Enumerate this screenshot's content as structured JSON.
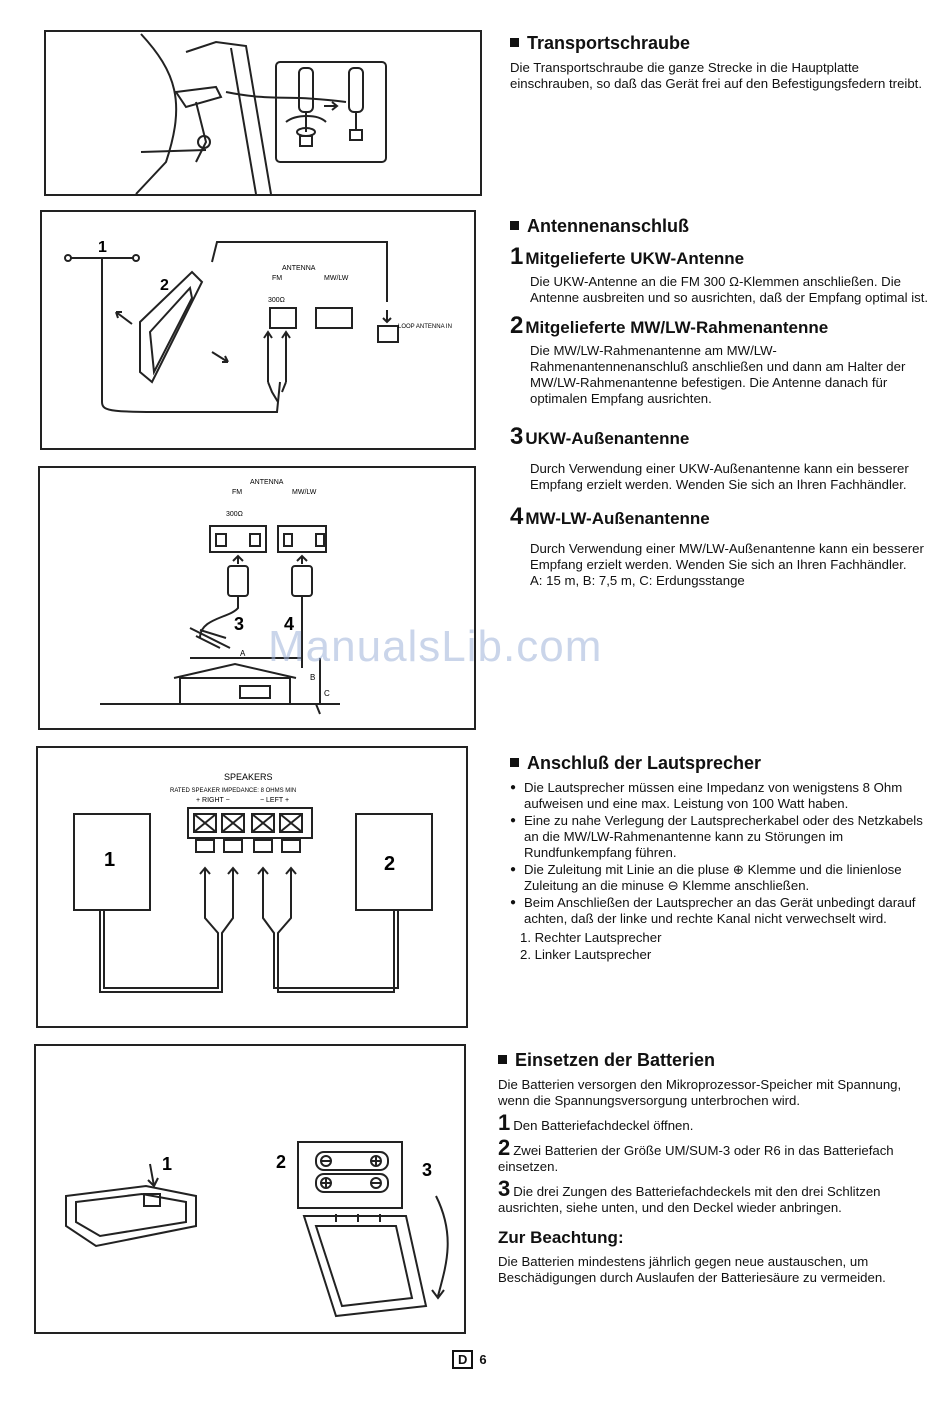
{
  "sections": {
    "transport": {
      "title": "Transportschraube",
      "text": "Die Transportschraube die ganze Strecke in die Hauptplatte einschrauben, so daß das Gerät frei auf den Befestigungsfedern treibt."
    },
    "antenna": {
      "title": "Antennenanschluß",
      "sub1": {
        "num": "1",
        "title": "Mitgelieferte UKW-Antenne",
        "text": "Die UKW-Antenne an die FM 300 Ω-Klemmen anschließen. Die Antenne ausbreiten und so ausrichten, daß der Empfang optimal ist."
      },
      "sub2": {
        "num": "2",
        "title": "Mitgelieferte MW/LW-Rahmenantenne",
        "text": "Die MW/LW-Rahmenantenne am MW/LW-Rahmenantennenanschluß anschließen und dann am Halter der MW/LW-Rahmenantenne befestigen. Die Antenne danach für optimalen Empfang ausrichten."
      },
      "sub3": {
        "num": "3",
        "title": "UKW-Außenantenne",
        "text": "Durch Verwendung einer UKW-Außenantenne kann ein besserer Empfang erzielt werden. Wenden Sie sich an Ihren Fachhändler."
      },
      "sub4": {
        "num": "4",
        "title": "MW-LW-Außenantenne",
        "text": "Durch Verwendung einer MW/LW-Außenantenne kann ein besserer Empfang erzielt werden. Wenden Sie sich an Ihren Fachhändler.",
        "note": "A: 15 m, B: 7,5 m, C: Erdungsstange"
      }
    },
    "speakers": {
      "title": "Anschluß der Lautsprecher",
      "bullets": [
        "Die Lautsprecher müssen eine Impedanz von wenigstens 8 Ohm aufweisen und eine max. Leistung von 100 Watt haben.",
        "Eine zu nahe Verlegung der Lautsprecherkabel oder des Netzkabels an die MW/LW-Rahmenantenne kann zu Störungen im Rundfunkempfang führen.",
        "Die Zuleitung mit Linie an die pluse ⊕ Klemme und die linienlose Zuleitung an die minuse ⊖ Klemme anschließen.",
        "Beim Anschließen der Lautsprecher an das Gerät unbedingt darauf achten, daß der linke und rechte Kanal nicht verwechselt wird."
      ],
      "list": [
        "1.  Rechter Lautsprecher",
        "2.  Linker Lautsprecher"
      ]
    },
    "batteries": {
      "title": "Einsetzen der Batterien",
      "intro": "Die Batterien versorgen den Mikroprozessor-Speicher mit Spannung, wenn die Spannungsversorgung unterbrochen wird.",
      "steps": [
        {
          "num": "1",
          "text": "Den Batteriefachdeckel öffnen."
        },
        {
          "num": "2",
          "text": "Zwei Batterien der Größe UM/SUM-3 oder R6 in das Batteriefach einsetzen."
        },
        {
          "num": "3",
          "text": "Die drei Zungen des Batteriefachdeckels mit den drei Schlitzen ausrichten, siehe unten, und den Deckel wieder anbringen."
        }
      ],
      "note_title": "Zur Beachtung:",
      "note_text": "Die Batterien mindestens jährlich gegen neue austauschen, um Beschädigungen durch Auslaufen der Batteriesäure zu vermeiden."
    }
  },
  "figures": {
    "fig2": {
      "antenna": "ANTENNA",
      "fm": "FM",
      "ohm": "300Ω",
      "mwlw": "MW/LW",
      "loop": "LOOP ANTENNA IN",
      "n1": "1",
      "n2": "2"
    },
    "fig3": {
      "antenna": "ANTENNA",
      "fm": "FM",
      "ohm": "300Ω",
      "mwlw": "MW/LW",
      "n3": "3",
      "n4": "4",
      "a": "A",
      "b": "B",
      "c": "C"
    },
    "fig4": {
      "title": "SPEAKERS",
      "rated": "RATED SPEAKER IMPEDANCE: 8 OHMS MIN",
      "right": "+ RIGHT −",
      "left": "− LEFT +",
      "n1": "1",
      "n2": "2"
    },
    "fig5": {
      "n1": "1",
      "n2": "2",
      "n3": "3"
    }
  },
  "watermark": "ManualsLib.com",
  "footer": {
    "lang": "D",
    "page": "6"
  }
}
